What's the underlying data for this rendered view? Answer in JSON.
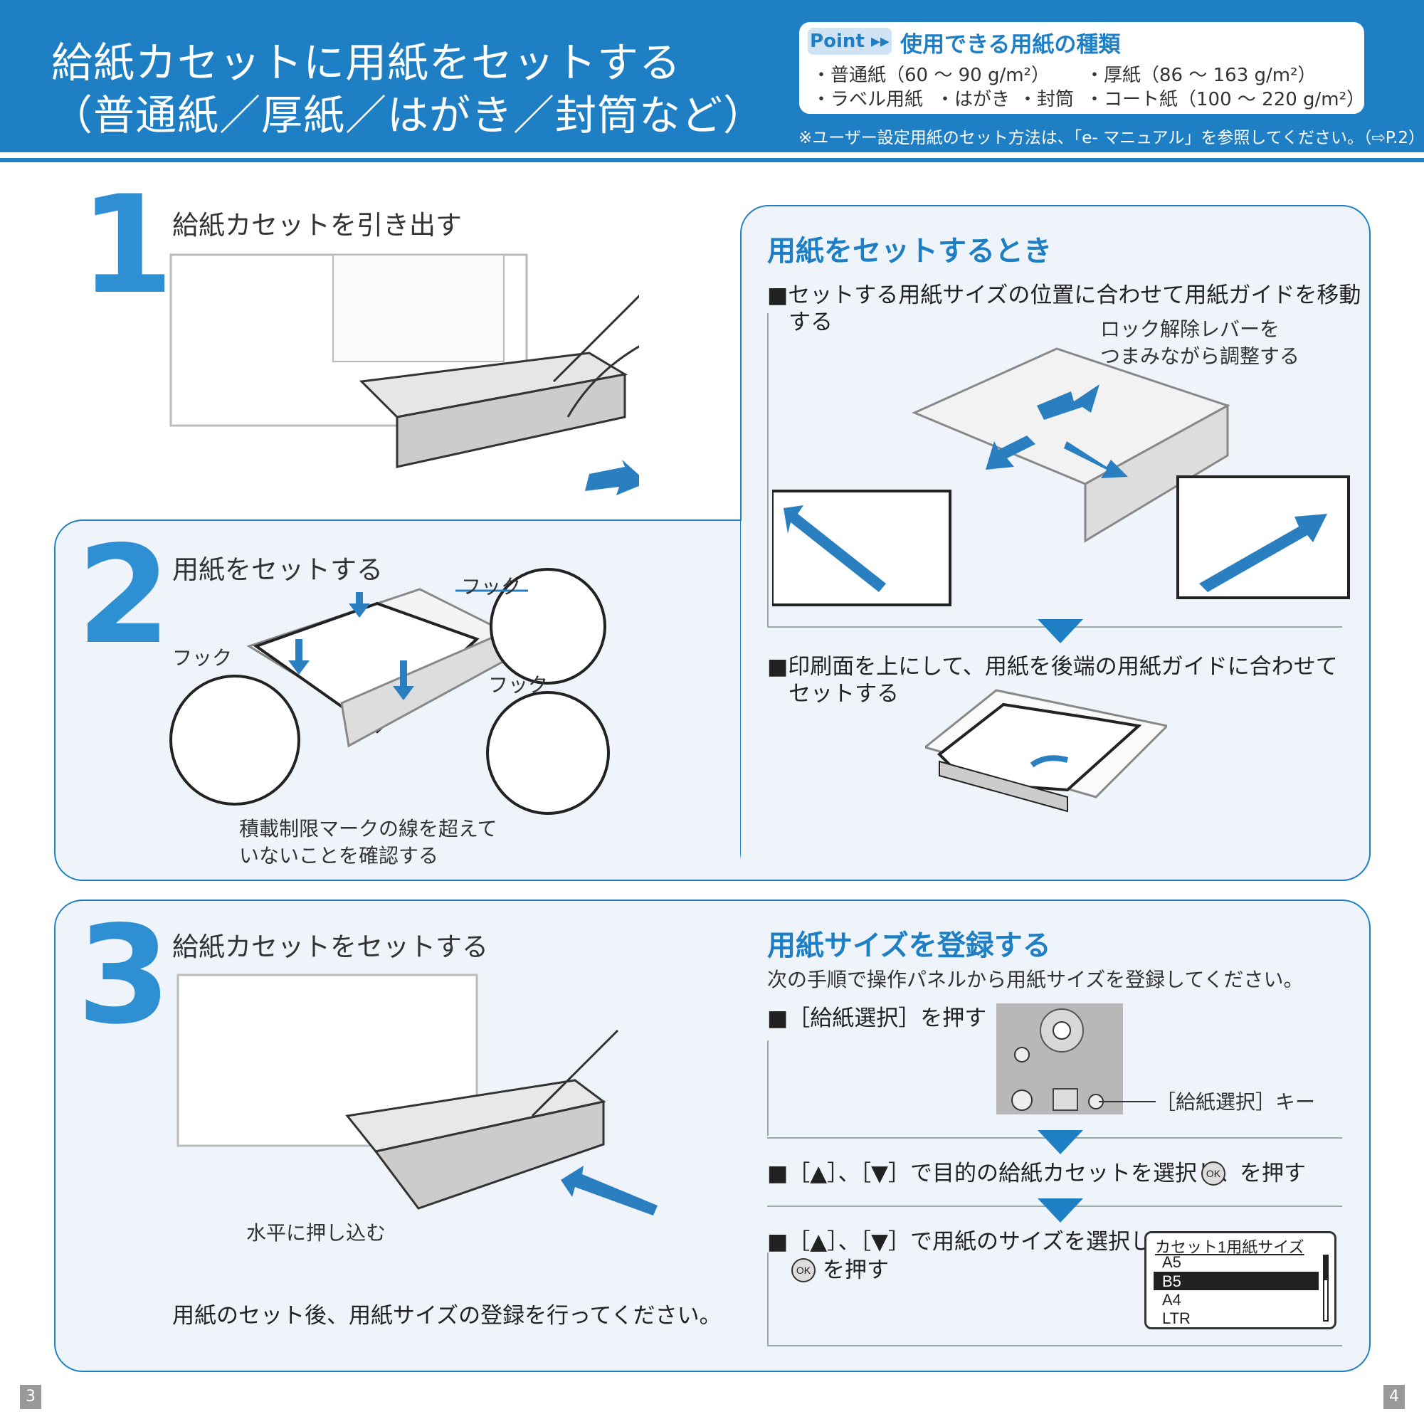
{
  "header": {
    "title_line1": "給紙カセットに用紙をセットする",
    "title_line2": "（普通紙／厚紙／はがき／封筒など）",
    "point_badge": "Point ▸▸",
    "point_heading": "使用できる用紙の種類",
    "point_items": [
      "・普通紙（60 〜 90 g/m²）",
      "・厚紙（86 〜 163 g/m²）",
      "・ラベル用紙",
      "・はがき",
      "・封筒",
      "・コート紙（100 〜 220 g/m²）"
    ],
    "note": "※ユーザー設定用紙のセット方法は、「e- マニュアル」を参照してください。（⇨P.2）"
  },
  "step1": {
    "number": "1",
    "title": "給紙カセットを引き出す"
  },
  "set_paper_box": {
    "heading": "用紙をセットするとき",
    "inst1_line1": "■セットする用紙サイズの位置に合わせて用紙ガイドを移動",
    "inst1_line2": "する",
    "lever_line1": "ロック解除レバーを",
    "lever_line2": "つまみながら調整する",
    "inst2_line1": "■印刷面を上にして、用紙を後端の用紙ガイドに合わせて",
    "inst2_line2": "セットする"
  },
  "step2": {
    "number": "2",
    "title": "用紙をセットする",
    "hook_label": "フック",
    "limit_line1": "積載制限マークの線を超えて",
    "limit_line2": "いないことを確認する"
  },
  "step3": {
    "number": "3",
    "title": "給紙カセットをセットする",
    "push_label": "水平に押し込む",
    "after_note": "用紙のセット後、用紙サイズの登録を行ってください。"
  },
  "register": {
    "heading": "用紙サイズを登録する",
    "intro": "次の手順で操作パネルから用紙サイズを登録してください。",
    "inst1": "■［給紙選択］を押す",
    "key_label": "［給紙選択］キー",
    "inst2": "■［▲］、［▼］で目的の給紙カセットを選択し、",
    "inst2_tail": "を押す",
    "inst3_line1": "■［▲］、［▼］で用紙のサイズを選択し、",
    "inst3_line2": "を押す",
    "ok_label": "OK",
    "lcd_title": "カセット1用紙サイズ",
    "lcd_items": [
      "A5",
      "B5",
      "A4",
      "LTR"
    ],
    "lcd_selected": "B5"
  },
  "page_numbers": {
    "left": "3",
    "right": "4"
  },
  "colors": {
    "brand_blue": "#1e7fc4",
    "panel_bg": "#eef4fa"
  }
}
